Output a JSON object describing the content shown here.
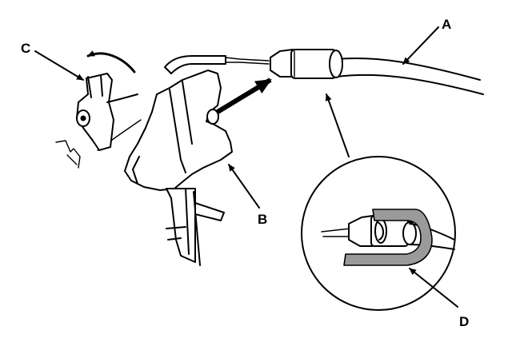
{
  "labels": {
    "a": "A",
    "b": "B",
    "c": "C",
    "d": "D"
  },
  "colors": {
    "ink": "#000000",
    "background": "#ffffff",
    "clip_shade": "#9a9a9a"
  }
}
